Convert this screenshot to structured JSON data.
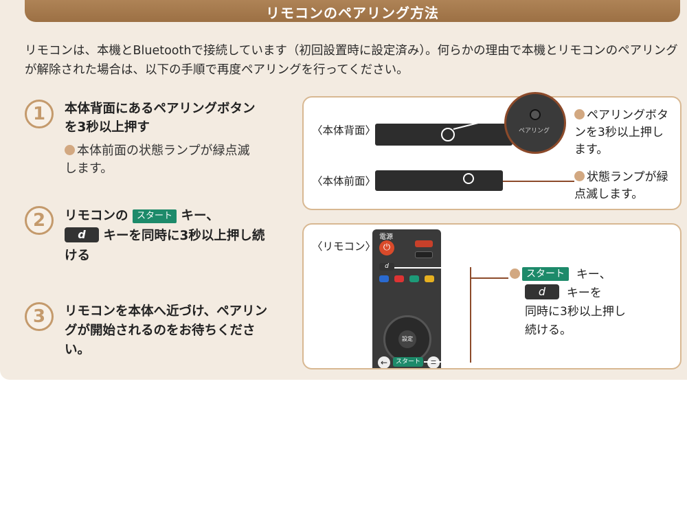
{
  "title": "リモコンのペアリング方法",
  "intro": "リモコンは、本機とBluetoothで接続しています（初回設置時に設定済み）。何らかの理由で本機とリモコンのペアリングが解除された場合は、以下の手順で再度ペアリングを行ってください。",
  "steps": [
    {
      "num": "1",
      "text": "本体背面にあるペアリングボタンを3秒以上押す",
      "note": "本体前面の状態ランプが緑点滅します。"
    },
    {
      "num": "2",
      "text_a": "リモコンの",
      "key_start": "スタート",
      "text_b": "キー、",
      "key_d": "d",
      "text_c": "キーを同時に3秒以上押し続ける"
    },
    {
      "num": "3",
      "text": "リモコンを本体へ近づけ、ペアリングが開始されるのをお待ちください。"
    }
  ],
  "panel_device": {
    "back_label": "〈本体背面〉",
    "front_label": "〈本体前面〉",
    "zoom_label": "ペアリング",
    "back_caption": "ペアリングボタンを3秒以上押します。",
    "front_caption": "状態ランプが緑点滅します。"
  },
  "panel_remote": {
    "label": "〈リモコン〉",
    "power_label": "電源",
    "key_start": "スタート",
    "key_d": "d",
    "caption_a": "キー、",
    "caption_b": "キーを",
    "caption_c": "同時に3秒以上押し続ける。",
    "button_center": "設定"
  },
  "colors": {
    "accent": "#a87b4f",
    "start_key": "#1d8a6a",
    "background": "#f3ebe1"
  }
}
